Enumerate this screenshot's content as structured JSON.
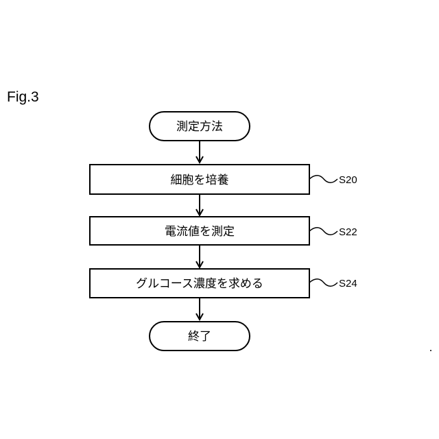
{
  "figure_label": "Fig.3",
  "flowchart": {
    "start": "測定方法",
    "steps": [
      {
        "text": "細胞を培養",
        "label": "S20"
      },
      {
        "text": "電流値を測定",
        "label": "S22"
      },
      {
        "text": "グルコース濃度を求める",
        "label": "S24"
      }
    ],
    "end": "終了"
  },
  "colors": {
    "stroke": "#000000",
    "fill": "#ffffff"
  }
}
